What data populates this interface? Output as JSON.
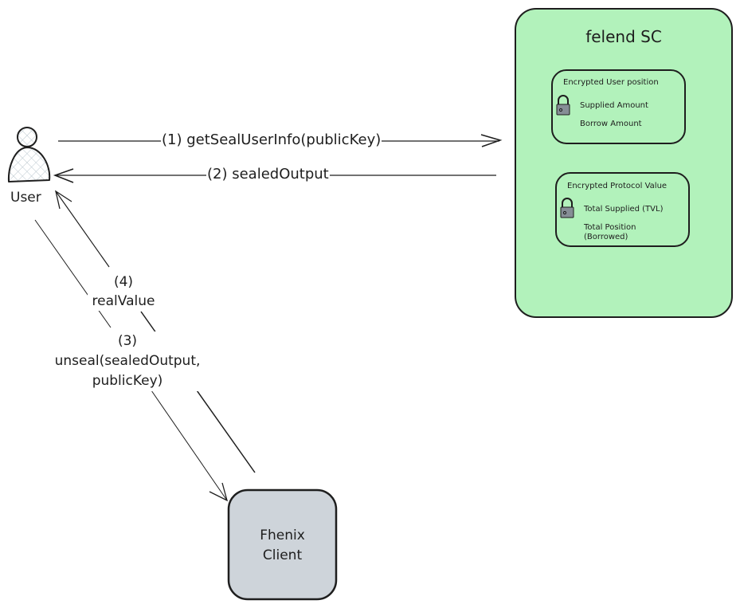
{
  "diagram": {
    "colors": {
      "stroke": "#1e1e1e",
      "contract_fill": "#b2f2bb",
      "client_fill": "#ced4da",
      "lock_fill": "#868e96"
    },
    "user": {
      "label": "User",
      "icon": "user-icon"
    },
    "contract": {
      "title": "felend SC",
      "user_position": {
        "title": "Encrypted User position",
        "icon": "lock-icon",
        "items": [
          "Supplied Amount",
          "Borrow Amount"
        ]
      },
      "protocol_value": {
        "title": "Encrypted Protocol Value",
        "icon": "lock-icon",
        "items": [
          "Total Supplied (TVL)",
          "Total Position",
          "(Borrowed)"
        ]
      }
    },
    "client": {
      "line1": "Fhenix",
      "line2": "Client"
    },
    "arrows": [
      {
        "id": "1",
        "label": "(1) getSealUserInfo(publicKey)",
        "from": "User",
        "to": "felend SC"
      },
      {
        "id": "2",
        "label": "(2) sealedOutput",
        "from": "felend SC",
        "to": "User"
      },
      {
        "id": "3",
        "label_line1": "(3)",
        "label_line2": "unseal(sealedOutput,",
        "label_line3": "publicKey)",
        "from": "User",
        "to": "Fhenix Client"
      },
      {
        "id": "4",
        "label_line1": "(4)",
        "label_line2": "realValue",
        "from": "Fhenix Client",
        "to": "User"
      }
    ]
  }
}
